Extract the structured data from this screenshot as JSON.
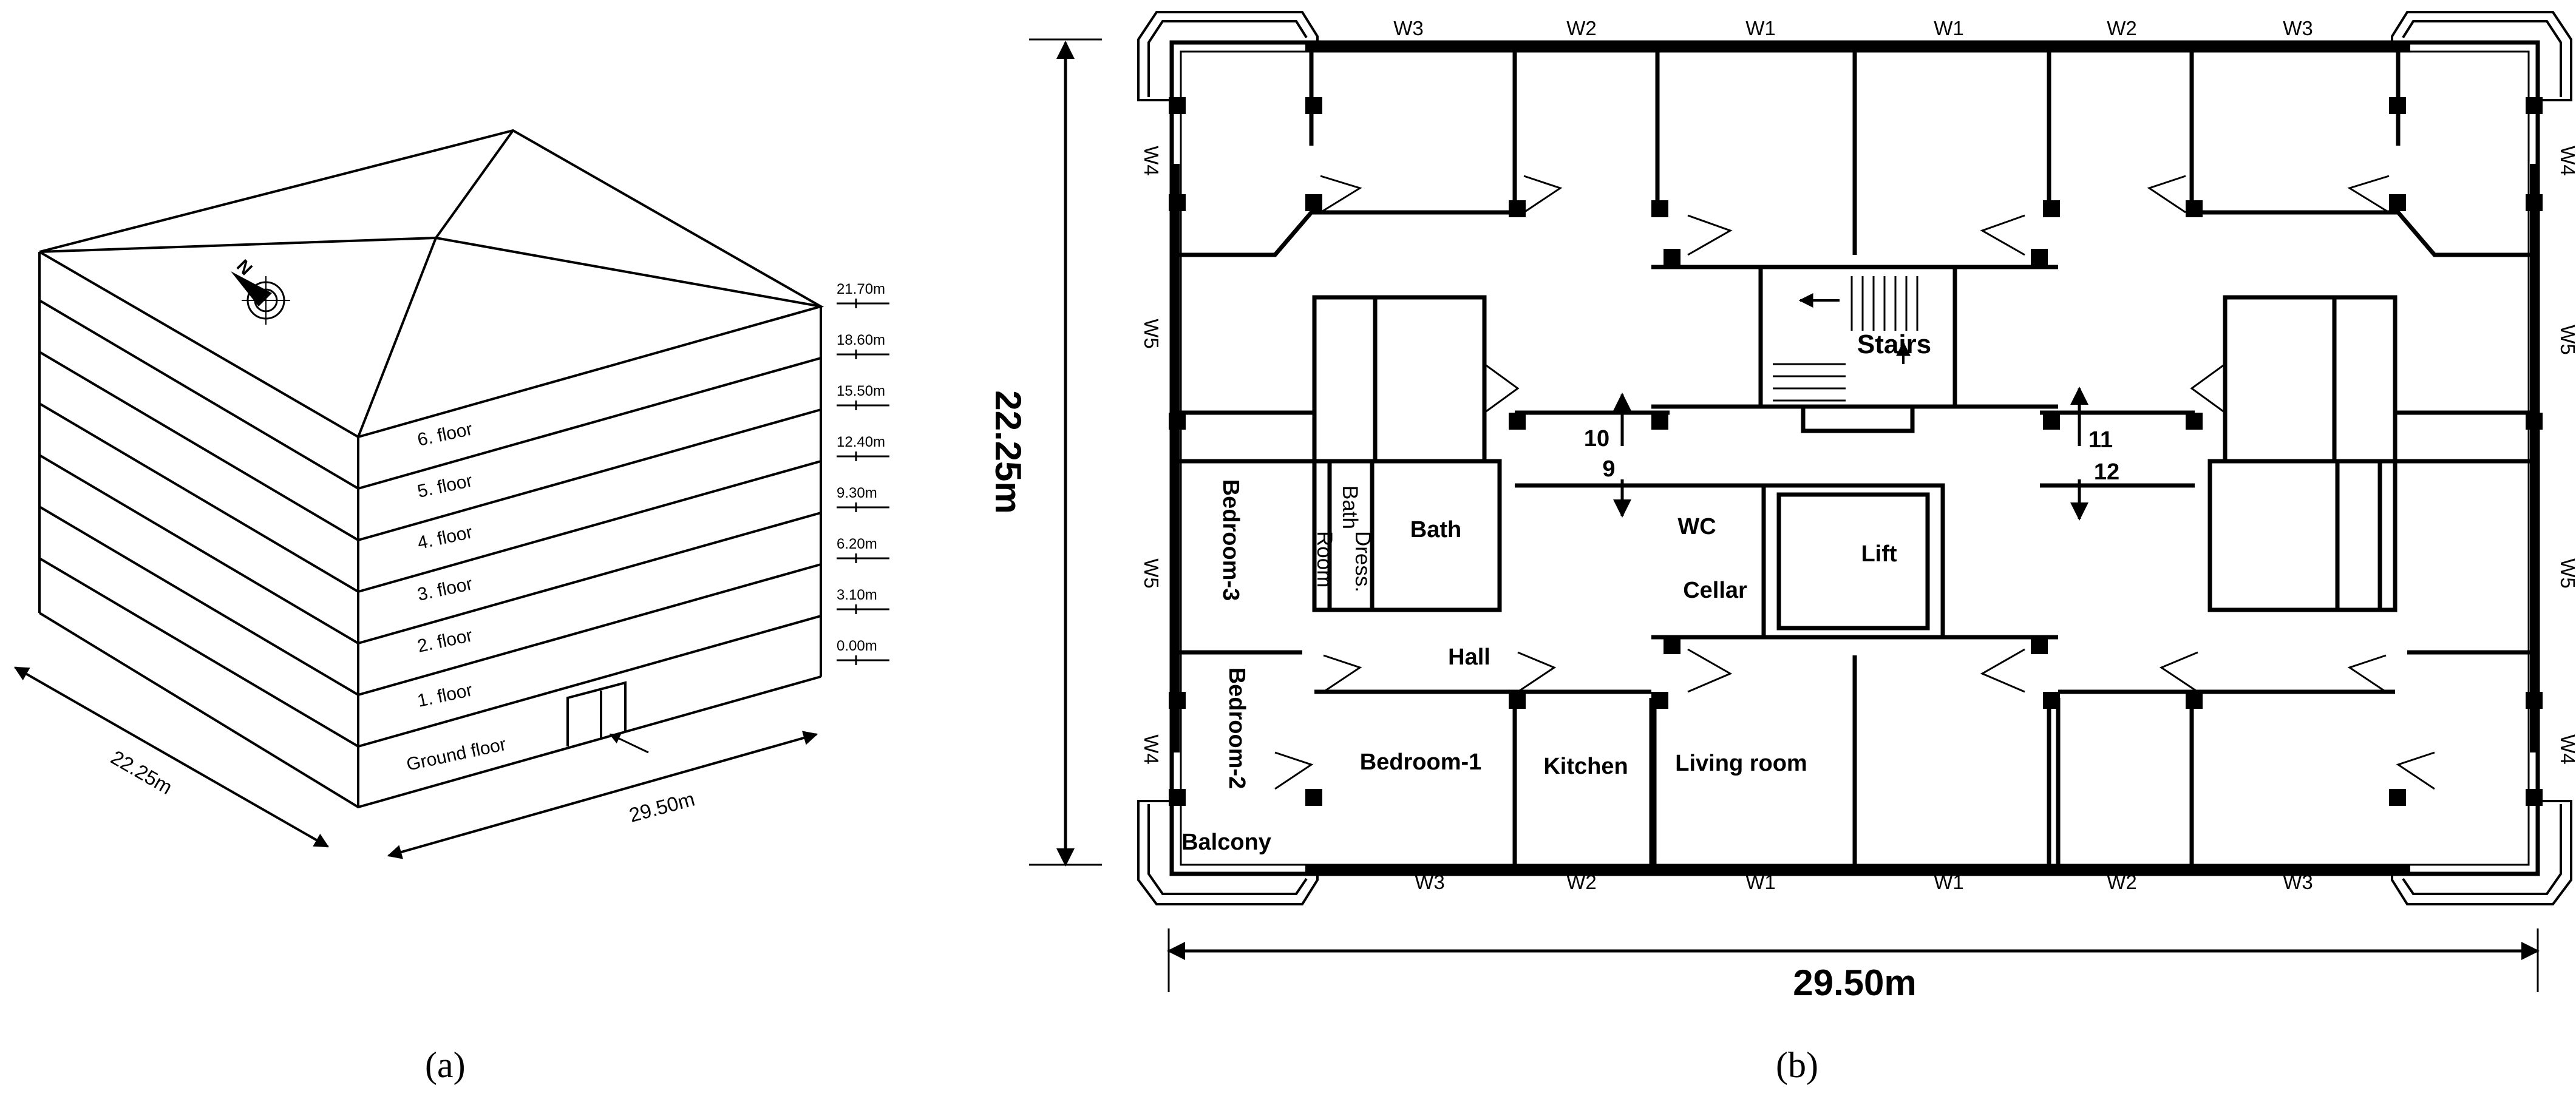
{
  "captions": {
    "a": "(a)",
    "b": "(b)"
  },
  "iso": {
    "floors": [
      "6. floor",
      "5. floor",
      "4. floor",
      "3. floor",
      "2. floor",
      "1. floor",
      "Ground floor"
    ],
    "levels": [
      "21.70m",
      "18.60m",
      "15.50m",
      "12.40m",
      "9.30m",
      "6.20m",
      "3.10m",
      "0.00m"
    ],
    "north_label": "N",
    "dim_width": "22.25m",
    "dim_length": "29.50m"
  },
  "plan": {
    "windows_top": [
      "W3",
      "W2",
      "W1",
      "W1",
      "W2",
      "W3"
    ],
    "windows_bottom": [
      "W3",
      "W2",
      "W1",
      "W1",
      "W2",
      "W3"
    ],
    "windows_left": [
      "W4",
      "W5",
      "W5",
      "W4"
    ],
    "windows_right": [
      "W4",
      "W5",
      "W5",
      "W4"
    ],
    "rooms": {
      "stairs": "Stairs",
      "lift": "Lift",
      "wc": "WC",
      "cellar": "Cellar",
      "hall": "Hall",
      "bath_large": "Bath",
      "bath_small": "Bath",
      "dress1": "Dress.",
      "dress2": "Room",
      "bedroom1": "Bedroom-1",
      "bedroom2": "Bedroom-2",
      "bedroom3": "Bedroom-3",
      "kitchen": "Kitchen",
      "living": "Living room",
      "balcony": "Balcony"
    },
    "markers": [
      "9",
      "10",
      "11",
      "12"
    ],
    "dim_height": "22.25m",
    "dim_width": "29.50m"
  },
  "colors": {
    "line": "#000000",
    "background": "#ffffff"
  }
}
